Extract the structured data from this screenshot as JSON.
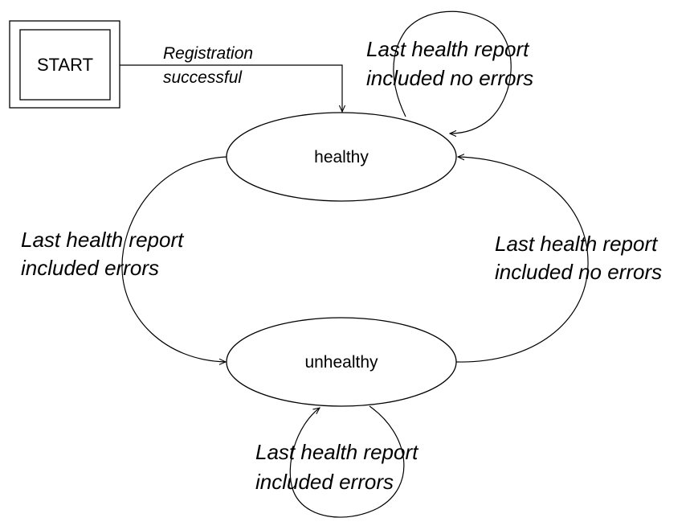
{
  "diagram": {
    "nodes": {
      "start": {
        "label": "START"
      },
      "healthy": {
        "label": "healthy"
      },
      "unhealthy": {
        "label": "unhealthy"
      }
    },
    "edges": {
      "start_to_healthy": {
        "line1": "Registration",
        "line2": "successful"
      },
      "healthy_self_loop": {
        "line1": "Last health report",
        "line2": "included no errors"
      },
      "healthy_to_unhealthy": {
        "line1": "Last health report",
        "line2": "included errors"
      },
      "unhealthy_to_healthy": {
        "line1": "Last health report",
        "line2": "included no errors"
      },
      "unhealthy_self_loop": {
        "line1": "Last health report",
        "line2": "included errors"
      }
    },
    "colors": {
      "stroke": "#000000",
      "background": "#ffffff"
    }
  }
}
